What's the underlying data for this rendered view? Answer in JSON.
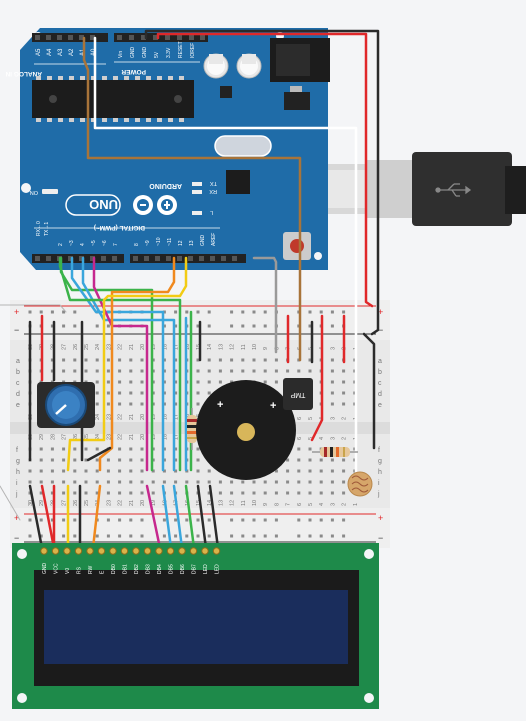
{
  "arduino": {
    "analog_in_label": "ANALOG IN",
    "analog_pins": [
      "A5",
      "A4",
      "A3",
      "A2",
      "A1",
      "A0"
    ],
    "power_label": "POWER",
    "power_pins": [
      "Vin",
      "GND",
      "GND",
      "5V",
      "3.3V",
      "RESET",
      "IOREF"
    ],
    "on_label": "ON",
    "uno_label": "UNO",
    "brand_label": "ARDUINO",
    "tx_label": "TX",
    "rx_label": "RX",
    "l_label": "L",
    "digital_label": "DIGITAL (PWM~)",
    "digital_pins": [
      "RX←0",
      "TX→1",
      "2",
      "~3",
      "4",
      "~5",
      "~6",
      "7",
      "8",
      "~9",
      "~10",
      "~11",
      "12",
      "13",
      "GND",
      "AREF"
    ]
  },
  "breadboard": {
    "rows": [
      "a",
      "b",
      "c",
      "d",
      "e",
      "f",
      "g",
      "h",
      "i",
      "j"
    ],
    "column_numbers": [
      "30",
      "29",
      "28",
      "27",
      "26",
      "25",
      "24",
      "23",
      "22",
      "21",
      "20",
      "19",
      "18",
      "17",
      "16",
      "15",
      "14",
      "13",
      "12",
      "11",
      "10",
      "9",
      "8",
      "7",
      "6",
      "5",
      "4",
      "3",
      "2",
      "1"
    ],
    "plus_label": "+",
    "minus_label": "−"
  },
  "sensor": {
    "label": "TMP"
  },
  "buzzer": {
    "plus_label": "+"
  },
  "lcd": {
    "pins": [
      "GND",
      "VCC",
      "V0",
      "RS",
      "RW",
      "E",
      "DB0",
      "DB1",
      "DB2",
      "DB3",
      "DB4",
      "DB5",
      "DB6",
      "DB7",
      "LED",
      "LED"
    ]
  },
  "colors": {
    "arduino_board": "#1f6ca8",
    "breadboard": "#e9e9e9",
    "lcd_board": "#1e8a4a",
    "lcd_screen": "#1a2d5c",
    "wire_red": "#e0282a",
    "wire_black": "#2b2b2b",
    "wire_green": "#3bb34a",
    "wire_blue": "#3aa6dc",
    "wire_magenta": "#c6288e",
    "wire_orange": "#f0891e",
    "wire_yellow": "#f2cc14",
    "wire_brown": "#a8743a",
    "wire_gray": "#9a9a9a",
    "wire_white": "#ffffff"
  }
}
